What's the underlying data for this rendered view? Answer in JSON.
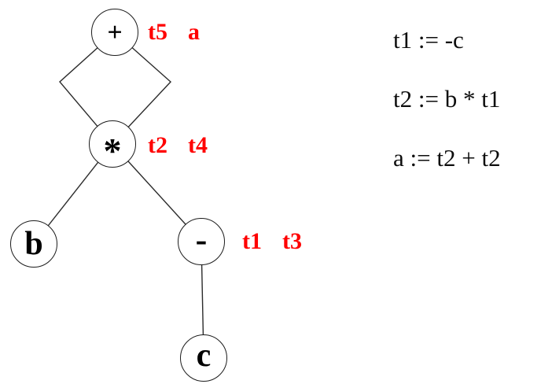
{
  "colors": {
    "tag_label_red": "#ff0000",
    "ink_black": "#000000",
    "background": "#ffffff"
  },
  "dag": {
    "nodes": [
      {
        "id": "plus",
        "op": "+",
        "tags": [
          "t5",
          "a"
        ]
      },
      {
        "id": "star",
        "op": "*",
        "tags": [
          "t2",
          "t4"
        ]
      },
      {
        "id": "b",
        "op": "b",
        "tags": []
      },
      {
        "id": "minus",
        "op": "-",
        "tags": [
          "t1",
          "t3"
        ]
      },
      {
        "id": "c",
        "op": "c",
        "tags": []
      }
    ],
    "edges": [
      {
        "from": "plus",
        "to": "star",
        "branch": "left"
      },
      {
        "from": "plus",
        "to": "star",
        "branch": "right"
      },
      {
        "from": "star",
        "to": "b",
        "branch": "left"
      },
      {
        "from": "star",
        "to": "minus",
        "branch": "right"
      },
      {
        "from": "minus",
        "to": "c",
        "branch": "only"
      }
    ]
  },
  "code": {
    "lines": [
      "t1 := -c",
      "t2 := b * t1",
      "a := t2 + t2"
    ]
  }
}
